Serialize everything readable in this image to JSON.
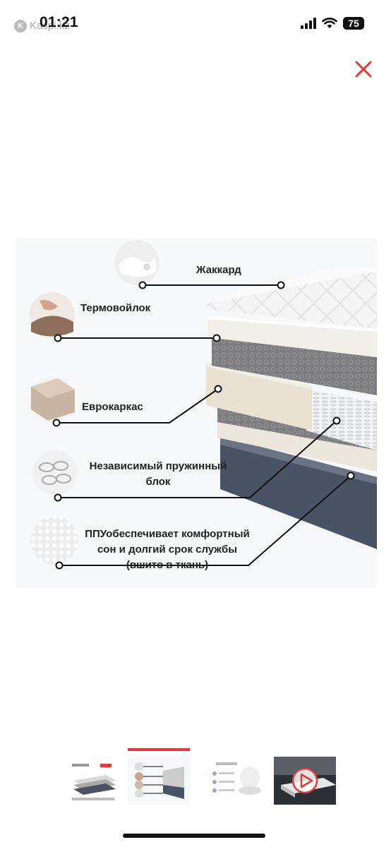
{
  "status_bar": {
    "time": "01:21",
    "back_app": "Kaspi.kz",
    "battery": "75"
  },
  "viewer": {
    "close_label": "close"
  },
  "infographic": {
    "layers": [
      {
        "label": "Жаккард"
      },
      {
        "label": "Термовойлок"
      },
      {
        "label": "Еврокаркас"
      },
      {
        "label_lines": [
          "Независимый пружинный",
          "блок"
        ]
      },
      {
        "label_lines": [
          "ППУобеспечивает комфортный",
          "сон и долгий срок службы",
          "(вшито в ткань)"
        ]
      }
    ]
  },
  "thumbnails": [
    {
      "name": "thumb-1",
      "active": false
    },
    {
      "name": "thumb-2",
      "active": true
    },
    {
      "name": "thumb-3",
      "active": false
    },
    {
      "name": "thumb-4-video",
      "active": false
    }
  ],
  "colors": {
    "accent": "#e53935",
    "close": "#e53935",
    "mattress_base": "#4a5363",
    "foam": "#e9e1d2"
  }
}
